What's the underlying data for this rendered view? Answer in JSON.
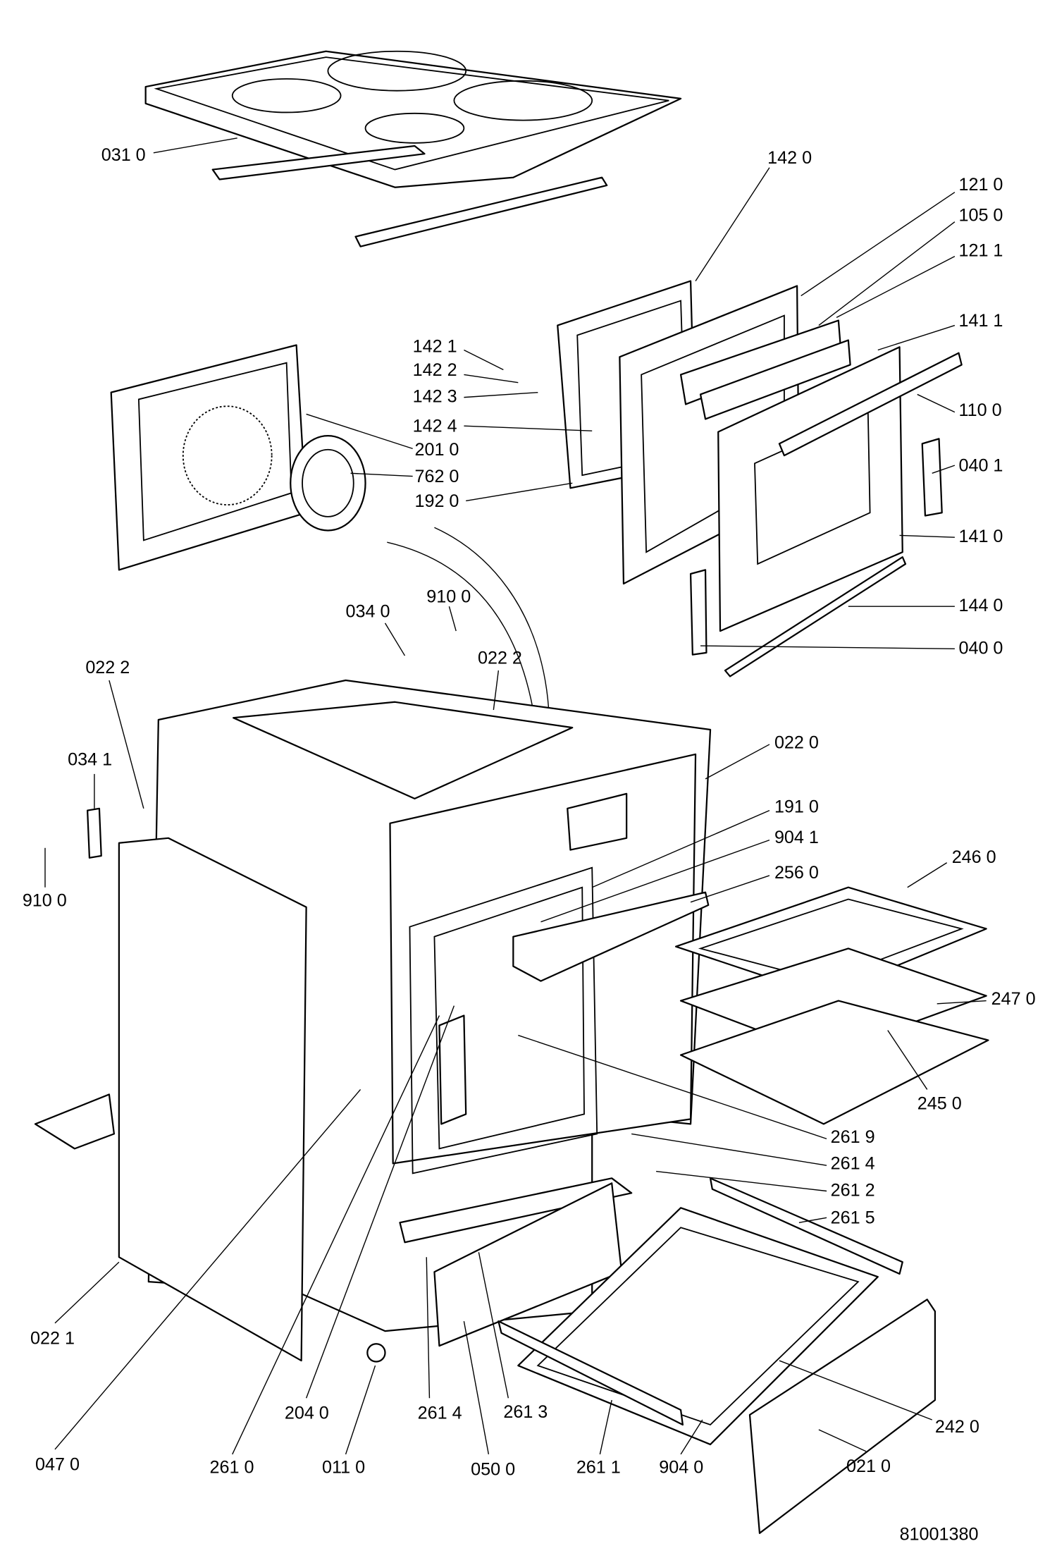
{
  "drawing_number": "81001380",
  "labels": {
    "l0310": "031 0",
    "l1420": "142 0",
    "l1210": "121 0",
    "l1050": "105 0",
    "l1211": "121 1",
    "l1411": "141 1",
    "l1421": "142 1",
    "l1422": "142 2",
    "l1423": "142 3",
    "l1424": "142 4",
    "l2010": "201 0",
    "l7620": "762 0",
    "l1920": "192 0",
    "l1100": "110 0",
    "l0401": "040 1",
    "l1410": "141 0",
    "l1440": "144 0",
    "l0400": "040 0",
    "l0340": "034 0",
    "l9100a": "910 0",
    "l0222a": "022 2",
    "l0222b": "022 2",
    "l0341": "034 1",
    "l9100b": "910 0",
    "l0220": "022 0",
    "l1910": "191 0",
    "l9041": "904 1",
    "l2560": "256 0",
    "l2460": "246 0",
    "l2470": "247 0",
    "l2450": "245 0",
    "l2619": "261 9",
    "l2614a": "261 4",
    "l2612": "261 2",
    "l2615": "261 5",
    "l2420": "242 0",
    "l0221": "022 1",
    "l0470": "047 0",
    "l2610": "261 0",
    "l2040": "204 0",
    "l0110": "011 0",
    "l2614b": "261 4",
    "l2613": "261 3",
    "l0500": "050 0",
    "l2611": "261 1",
    "l9040": "904 0",
    "l0210": "021 0"
  }
}
